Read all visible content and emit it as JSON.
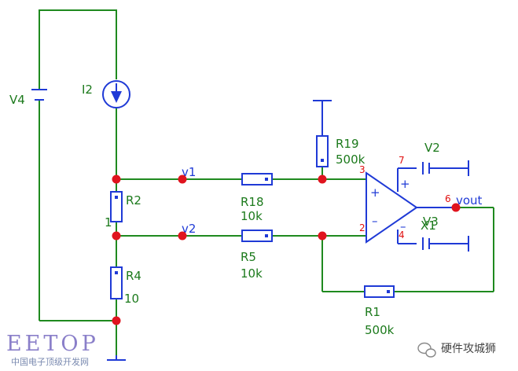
{
  "components": {
    "v4": {
      "label": "V4"
    },
    "i2": {
      "label": "I2"
    },
    "r2": {
      "label": "R2",
      "value": "1"
    },
    "r4": {
      "label": "R4",
      "value": "10"
    },
    "r18": {
      "label": "R18",
      "value": "10k"
    },
    "r5": {
      "label": "R5",
      "value": "10k"
    },
    "r19": {
      "label": "R19",
      "value": "500k"
    },
    "r1": {
      "label": "R1",
      "value": "500k"
    },
    "v2": {
      "label": "V2"
    },
    "v3": {
      "label": "V3"
    },
    "x1": {
      "label": "X1"
    }
  },
  "nets": {
    "v1": "v1",
    "v2": "v2",
    "vout": "vout"
  },
  "pins": {
    "p3": "3",
    "p2": "2",
    "p7": "7",
    "p4": "4",
    "p6": "6"
  },
  "watermark": {
    "logo": "EETOP",
    "subtitle": "中国电子顶级开发网",
    "account": "硬件攻城狮"
  },
  "colors": {
    "wire_green": "#1f8a1f",
    "wire_blue": "#1f3ad6",
    "node_red": "#e0141e",
    "pin_red": "#e01010"
  }
}
